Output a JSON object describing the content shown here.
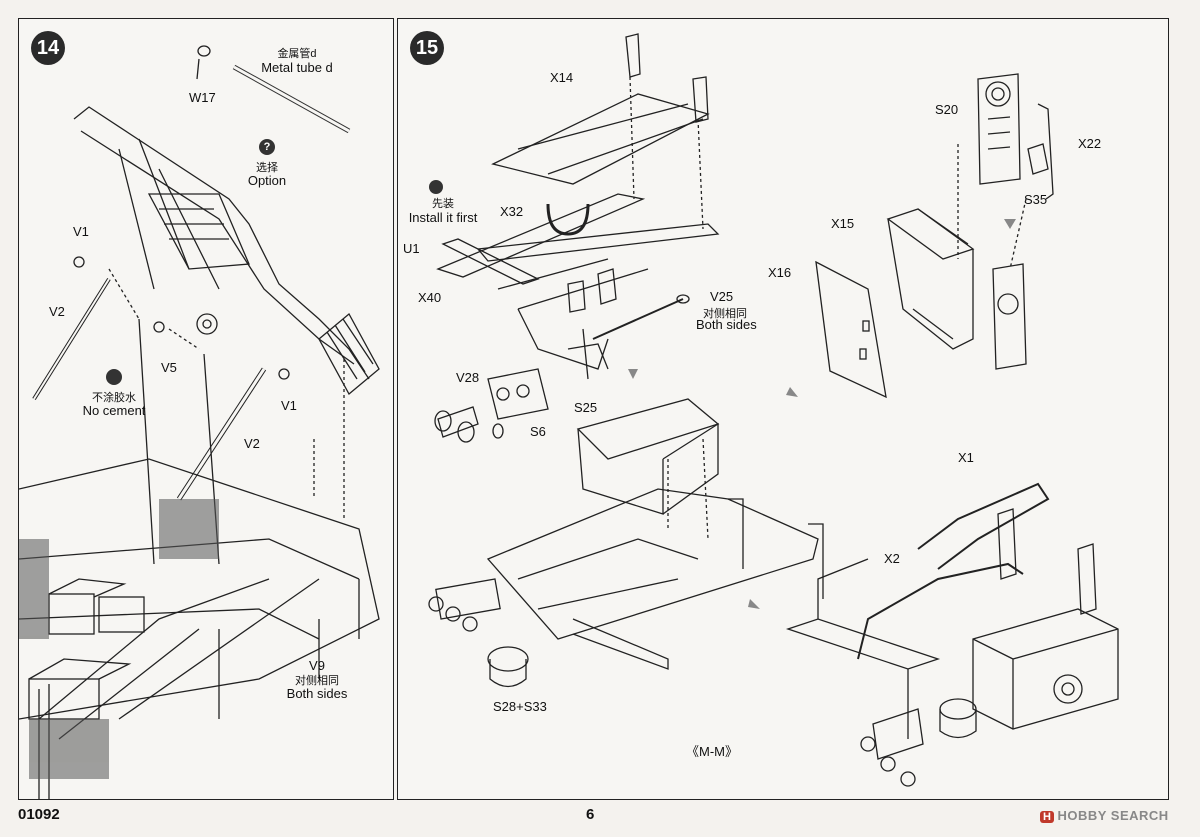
{
  "step14": {
    "number": "14",
    "labels": {
      "w17": "W17",
      "metal_tube_cn": "金属管d",
      "metal_tube": "Metal tube d",
      "option_cn": "选择",
      "option": "Option",
      "option_icon": "?",
      "v1_left": "V1",
      "v2_left": "V2",
      "v5": "V5",
      "no_cement_cn": "不涂胶水",
      "no_cement": "No cement",
      "v1_right": "V1",
      "v2_right": "V2",
      "v9": "V9",
      "both_sides_cn": "对侧相同",
      "both_sides": "Both sides"
    }
  },
  "step15": {
    "number": "15",
    "labels": {
      "x14": "X14",
      "install_first_cn": "先装",
      "install_first": "Install it first",
      "x32": "X32",
      "u1": "U1",
      "x40": "X40",
      "v25": "V25",
      "both_sides_cn": "对侧相同",
      "both_sides": "Both sides",
      "v28": "V28",
      "s25": "S25",
      "s6": "S6",
      "s20": "S20",
      "x22": "X22",
      "s35": "S35",
      "x15": "X15",
      "x16": "X16",
      "x1": "X1",
      "x2": "X2",
      "s28_s33": "S28+S33",
      "view_mm": "《M-M》"
    }
  },
  "footer": {
    "code": "01092",
    "page": "6",
    "watermark_badge": "H",
    "watermark": "HOBBY SEARCH"
  }
}
